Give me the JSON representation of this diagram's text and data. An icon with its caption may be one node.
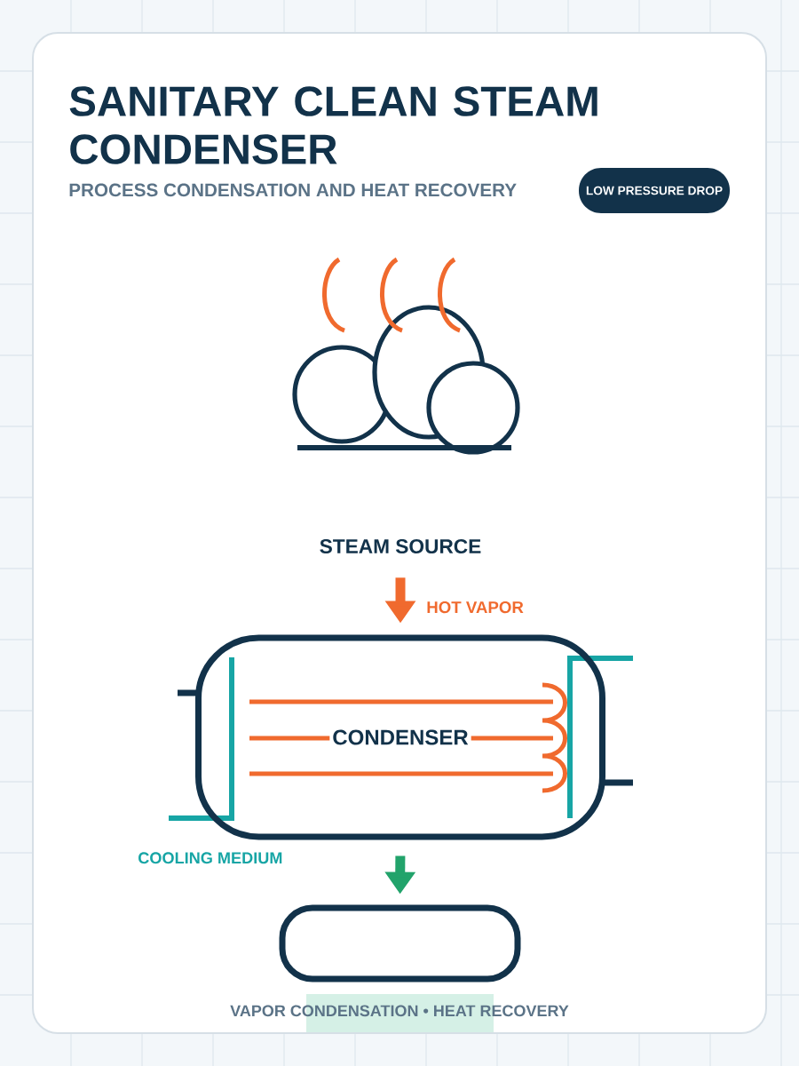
{
  "diagram": {
    "title": "SANITARY CLEAN STEAM CONDENSER",
    "nodes": [
      {
        "text": [
          "LOW PRESSURE DROP"
        ]
      },
      {
        "text": [
          "STEAM SOURCE"
        ]
      },
      {
        "text": [
          "CONDENSER"
        ]
      },
      {
        "text": [],
        "shape": "box"
      }
    ],
    "edges": [
      {
        "from": 1,
        "to": 2,
        "arrow": "to",
        "label": "HOT VAPOR",
        "color": "#f06a2e"
      },
      {
        "from": 2,
        "to": 3,
        "arrow": "to",
        "color": "#22a36b"
      }
    ],
    "labels": [
      "PROCESS CONDENSATION AND HEAT RECOVERY",
      "COOLING MEDIUM",
      "VAPOR CONDENSATION • HEAT RECOVERY"
    ]
  }
}
